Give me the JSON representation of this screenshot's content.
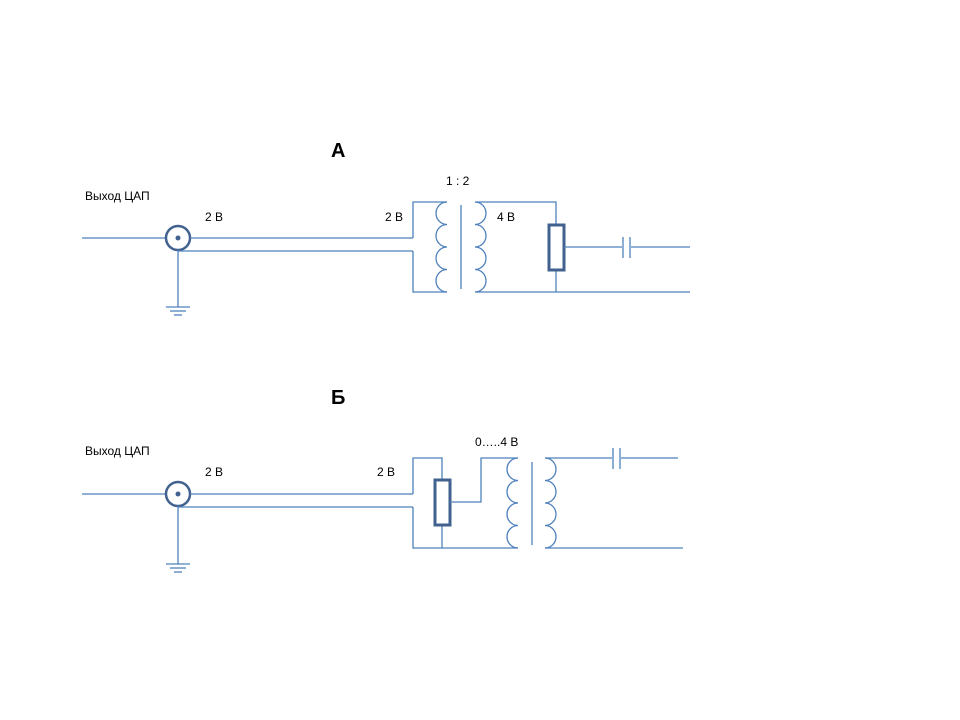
{
  "diagram_a": {
    "heading": "А",
    "dac_label": "Выход ЦАП",
    "voltage_cable": "2 В",
    "voltage_primary": "2 В",
    "ratio": "1 : 2",
    "voltage_secondary": "4 В"
  },
  "diagram_b": {
    "heading": "Б",
    "dac_label": "Выход ЦАП",
    "voltage_cable": "2 В",
    "voltage_pot": "2 В",
    "voltage_range": "0…..4 В"
  }
}
